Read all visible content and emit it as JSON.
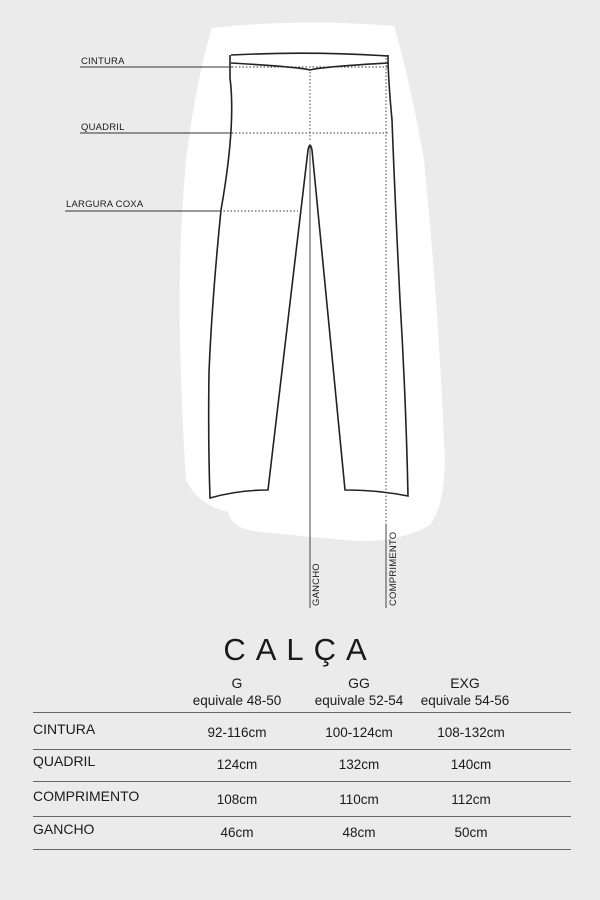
{
  "diagram": {
    "labels": {
      "waist": "CINTURA",
      "hip": "QUADRIL",
      "thigh": "LARGURA COXA",
      "rise": "GANCHO",
      "length": "COMPRIMENTO"
    }
  },
  "table": {
    "title": "CALÇA",
    "columns": [
      {
        "size": "G",
        "equiv": "equivale 48-50"
      },
      {
        "size": "GG",
        "equiv": "equivale 52-54"
      },
      {
        "size": "EXG",
        "equiv": "equivale 54-56"
      }
    ],
    "rows": [
      {
        "name": "CINTURA",
        "values": [
          "92-116cm",
          "100-124cm",
          "108-132cm"
        ]
      },
      {
        "name": "QUADRIL",
        "values": [
          "124cm",
          "132cm",
          "140cm"
        ]
      },
      {
        "name": "COMPRIMENTO",
        "values": [
          "108cm",
          "110cm",
          "112cm"
        ]
      },
      {
        "name": "GANCHO",
        "values": [
          "46cm",
          "48cm",
          "50cm"
        ]
      }
    ]
  }
}
